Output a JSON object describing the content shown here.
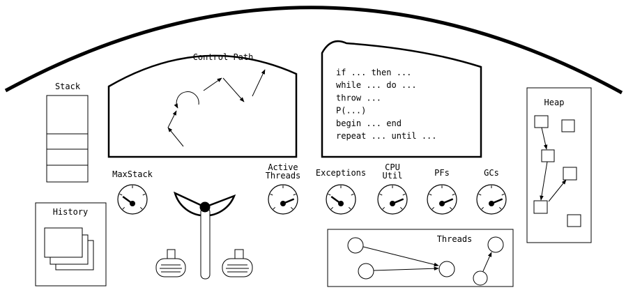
{
  "labels": {
    "control_path": "Control Path",
    "stack": "Stack",
    "heap": "Heap",
    "history": "History",
    "threads": "Threads"
  },
  "code_lines": [
    "if ... then ...",
    "while ... do ...",
    "throw ...",
    "P(...)",
    "begin ... end",
    "repeat ... until ..."
  ],
  "gauges": [
    {
      "label_lines": [
        "MaxStack"
      ],
      "level": 0.3
    },
    {
      "label_lines": [
        "Active",
        "Threads"
      ],
      "level": 0.75
    },
    {
      "label_lines": [
        "Exceptions"
      ],
      "level": 0.3
    },
    {
      "label_lines": [
        "CPU",
        "Util"
      ],
      "level": 0.75
    },
    {
      "label_lines": [
        "PFs"
      ],
      "level": 0.75
    },
    {
      "label_lines": [
        "GCs"
      ],
      "level": 0.75
    }
  ]
}
